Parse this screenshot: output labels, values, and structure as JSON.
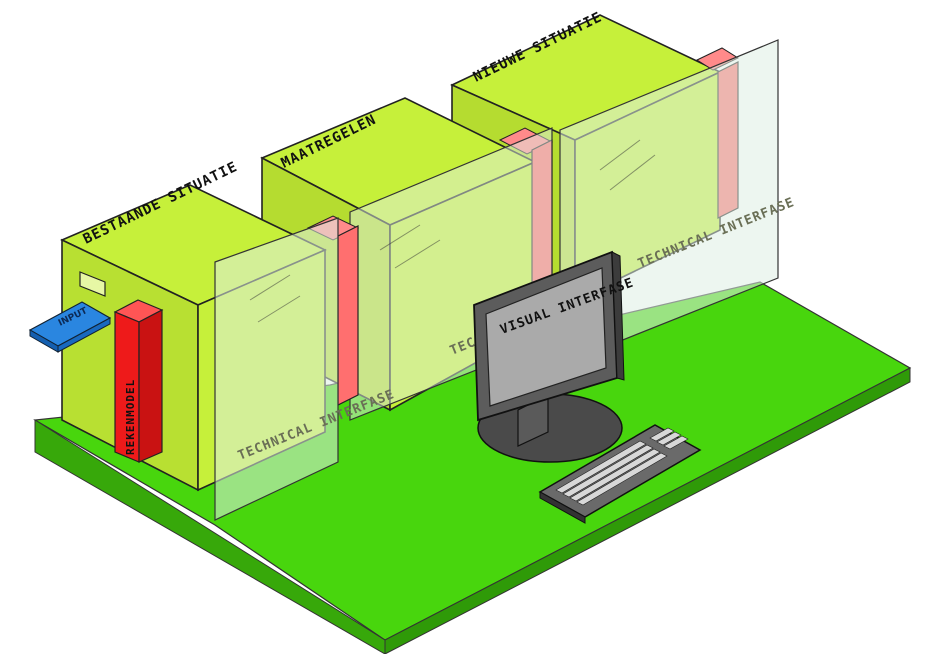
{
  "blocks": {
    "bestaande": "BESTAANDE SITUATIE",
    "maatregelen": "MAATREGELEN",
    "nieuwe": "NIEUWE SITUATIE"
  },
  "components": {
    "rekenmodel": "REKENMODEL",
    "input_card": "INPUT",
    "monitor": "VISUAL INTERFASE"
  },
  "panels": {
    "front": "TECHNICAL INTERFASE",
    "middle": "TEC",
    "back": "TECHNICAL INTERFASE"
  },
  "colors": {
    "platform_top": "#48d60d",
    "platform_side": "#37a80a",
    "box_face": "#c6f03a",
    "box_shade": "#b2d92f",
    "red_module": "#ff6f6f",
    "rekenmodel": "#ee1a1a",
    "glass": "#d7e8da",
    "monitor": "#555555",
    "screen": "#aaaaaa",
    "input_card": "#1e7ad8"
  }
}
